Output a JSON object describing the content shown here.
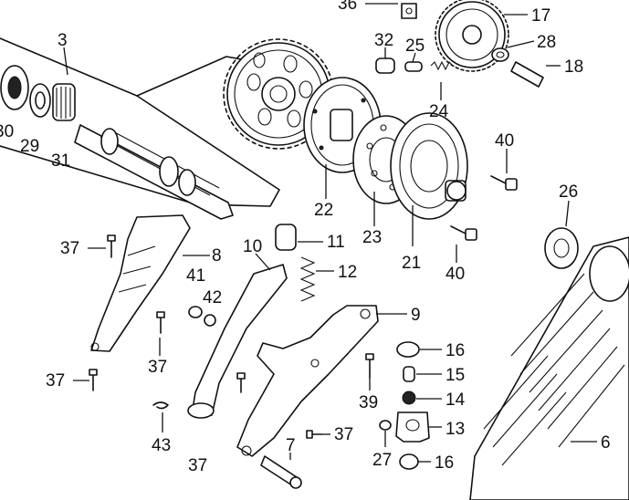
{
  "diagram": {
    "labels": [
      {
        "id": "l3",
        "text": "3"
      },
      {
        "id": "l17",
        "text": "17"
      },
      {
        "id": "l36",
        "text": "36"
      },
      {
        "id": "l32",
        "text": "32"
      },
      {
        "id": "l25",
        "text": "25"
      },
      {
        "id": "l28",
        "text": "28"
      },
      {
        "id": "l18",
        "text": "18"
      },
      {
        "id": "l24",
        "text": "24"
      },
      {
        "id": "l30",
        "text": "30"
      },
      {
        "id": "l29",
        "text": "29"
      },
      {
        "id": "l31",
        "text": "31"
      },
      {
        "id": "l40a",
        "text": "40"
      },
      {
        "id": "l22",
        "text": "22"
      },
      {
        "id": "l23",
        "text": "23"
      },
      {
        "id": "l21",
        "text": "21"
      },
      {
        "id": "l26",
        "text": "26"
      },
      {
        "id": "l37a",
        "text": "37"
      },
      {
        "id": "l8",
        "text": "8"
      },
      {
        "id": "l10",
        "text": "10"
      },
      {
        "id": "l11",
        "text": "11"
      },
      {
        "id": "l12",
        "text": "12"
      },
      {
        "id": "l40b",
        "text": "40"
      },
      {
        "id": "l41",
        "text": "41"
      },
      {
        "id": "l42",
        "text": "42"
      },
      {
        "id": "l9",
        "text": "9"
      },
      {
        "id": "l37b",
        "text": "37"
      },
      {
        "id": "l16a",
        "text": "16"
      },
      {
        "id": "l15",
        "text": "15"
      },
      {
        "id": "l37c",
        "text": "37"
      },
      {
        "id": "l39",
        "text": "39"
      },
      {
        "id": "l14",
        "text": "14"
      },
      {
        "id": "l13",
        "text": "13"
      },
      {
        "id": "l43",
        "text": "43"
      },
      {
        "id": "l37d",
        "text": "37"
      },
      {
        "id": "l7",
        "text": "7"
      },
      {
        "id": "l27",
        "text": "27"
      },
      {
        "id": "l16b",
        "text": "16"
      },
      {
        "id": "l6",
        "text": "6"
      }
    ]
  }
}
